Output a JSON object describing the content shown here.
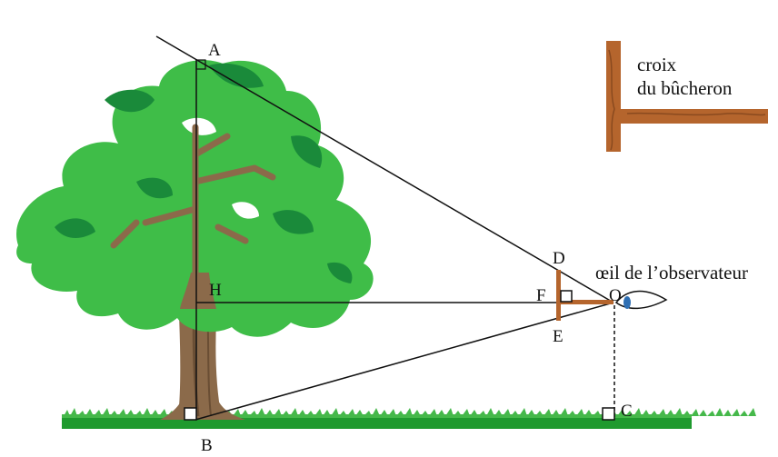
{
  "diagram": {
    "points": {
      "A": "A",
      "B": "B",
      "C": "C",
      "D": "D",
      "E": "E",
      "F": "F",
      "H": "H",
      "O": "O"
    },
    "eye_caption": "œil de l’observateur",
    "cross_caption": {
      "line1": "croix",
      "line2": "du bûcheron"
    },
    "colors": {
      "foliage_light": "#3fbd48",
      "foliage_dark": "#1a8a3a",
      "trunk": "#8b6a4a",
      "wood": "#b5652d",
      "grass": "#1f9a2e",
      "eye": "#2f6fb3"
    }
  }
}
